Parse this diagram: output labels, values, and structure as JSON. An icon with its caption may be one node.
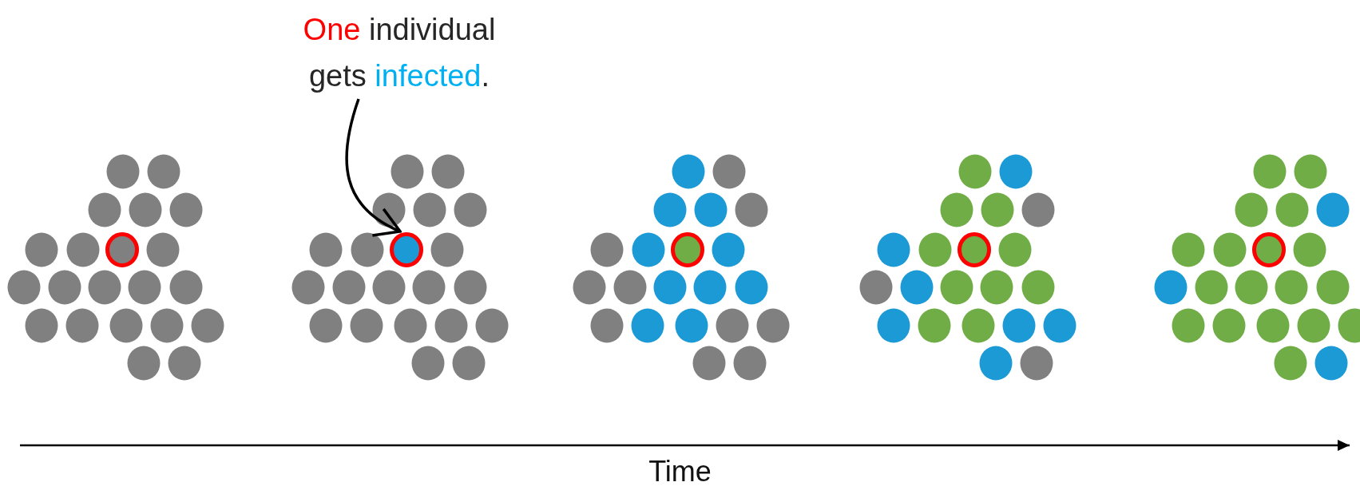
{
  "diagram": {
    "nodes": [
      {
        "text": [
          "One individual gets infected."
        ]
      },
      {
        "text": [],
        "shape": "circle"
      }
    ],
    "edges": [
      {
        "from": 0,
        "to": 1,
        "arrow": "to"
      }
    ],
    "labels": [
      "Time"
    ]
  }
}
